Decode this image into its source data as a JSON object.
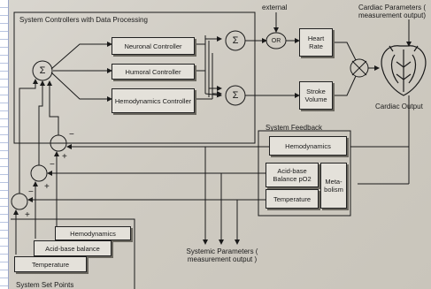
{
  "panels": {
    "system_controllers": "System Controllers with Data Processing",
    "system_feedback": "System Feedback",
    "system_set_points": "System Set Points"
  },
  "controllers": {
    "neuronal": "Neuronal Controller",
    "humoral": "Humoral Controller",
    "hemodynamics": "Hemodynamics Controller"
  },
  "inputs": {
    "external": "external",
    "or_gate": "OR"
  },
  "outputs": {
    "heart_rate": "Heart Rate",
    "stroke_volume": "Stroke Volume",
    "cardiac_parameters": "Cardiac Parameters ( measurement output)",
    "cardiac_output": "Cardiac Output"
  },
  "feedback": {
    "hemodynamics": "Hemodynamics",
    "acid_base": "Acid-base Balance pO2",
    "temperature": "Temperature",
    "metabolism": "Meta-bolism"
  },
  "set_points": {
    "hemodynamics": "Hemodynamics",
    "acid_base": "Acid-base balance",
    "temperature": "Temperature"
  },
  "systemic_parameters": "Systemic Parameters ( measurement output )",
  "symbols": {
    "sum": "Σ",
    "multiply": "×",
    "plus": "+",
    "minus": "−"
  }
}
